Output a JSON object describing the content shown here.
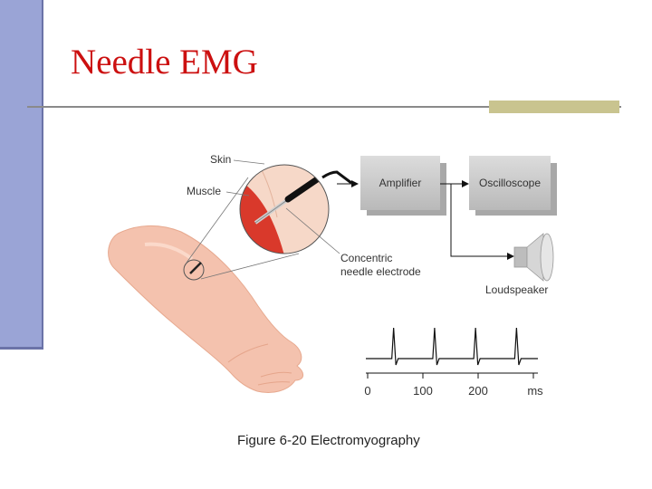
{
  "slide": {
    "title": "Needle EMG",
    "accent_color": "#cc1010",
    "sidebar_color": "#9aa4d6"
  },
  "figure": {
    "labels": {
      "skin": "Skin",
      "muscle": "Muscle",
      "electrode_line1": "Concentric",
      "electrode_line2": "needle electrode",
      "loudspeaker": "Loudspeaker"
    },
    "blocks": {
      "amplifier": "Amplifier",
      "oscilloscope": "Oscilloscope"
    },
    "trace": {
      "axis_ticks": [
        "0",
        "100",
        "200",
        "ms"
      ],
      "spike_count": 4
    },
    "caption": "Figure 6-20 Electromyography"
  }
}
